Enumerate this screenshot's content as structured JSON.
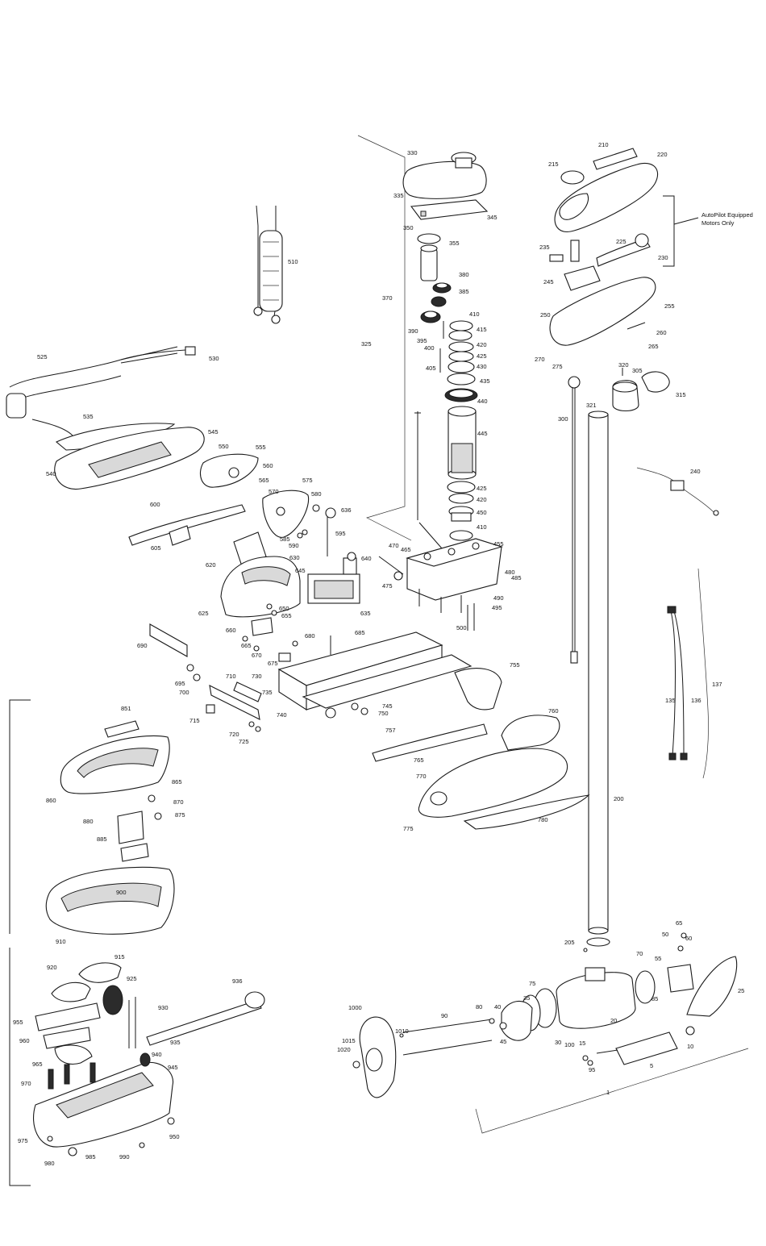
{
  "diagram": {
    "note_lines": [
      "AutoPilot Equipped",
      "Motors Only"
    ],
    "labels": [
      "1",
      "5",
      "10",
      "15",
      "20",
      "25",
      "30",
      "35",
      "40",
      "45",
      "50",
      "55",
      "60",
      "65",
      "70",
      "75",
      "80",
      "85",
      "90",
      "95",
      "100",
      "135",
      "136",
      "137",
      "200",
      "205",
      "210",
      "215",
      "220",
      "225",
      "230",
      "235",
      "240",
      "245",
      "250",
      "255",
      "260",
      "265",
      "270",
      "275",
      "300",
      "305",
      "315",
      "320",
      "321",
      "325",
      "330",
      "335",
      "345",
      "350",
      "355",
      "370",
      "380",
      "385",
      "390",
      "395",
      "400",
      "405",
      "410",
      "410",
      "415",
      "420",
      "420",
      "425",
      "425",
      "430",
      "435",
      "440",
      "445",
      "450",
      "455",
      "465",
      "470",
      "475",
      "480",
      "485",
      "490",
      "495",
      "500",
      "510",
      "525",
      "530",
      "535",
      "540",
      "545",
      "550",
      "555",
      "560",
      "565",
      "570",
      "575",
      "580",
      "585",
      "590",
      "595",
      "600",
      "605",
      "620",
      "625",
      "630",
      "635",
      "636",
      "640",
      "645",
      "650",
      "655",
      "660",
      "665",
      "670",
      "675",
      "680",
      "685",
      "690",
      "695",
      "700",
      "710",
      "715",
      "720",
      "725",
      "730",
      "735",
      "740",
      "745",
      "750",
      "755",
      "757",
      "760",
      "765",
      "770",
      "775",
      "780",
      "851",
      "860",
      "865",
      "870",
      "875",
      "880",
      "885",
      "900",
      "910",
      "915",
      "920",
      "925",
      "930",
      "935",
      "936",
      "940",
      "945",
      "950",
      "955",
      "960",
      "965",
      "970",
      "975",
      "980",
      "985",
      "990",
      "1000",
      "1010",
      "1015",
      "1020"
    ]
  }
}
